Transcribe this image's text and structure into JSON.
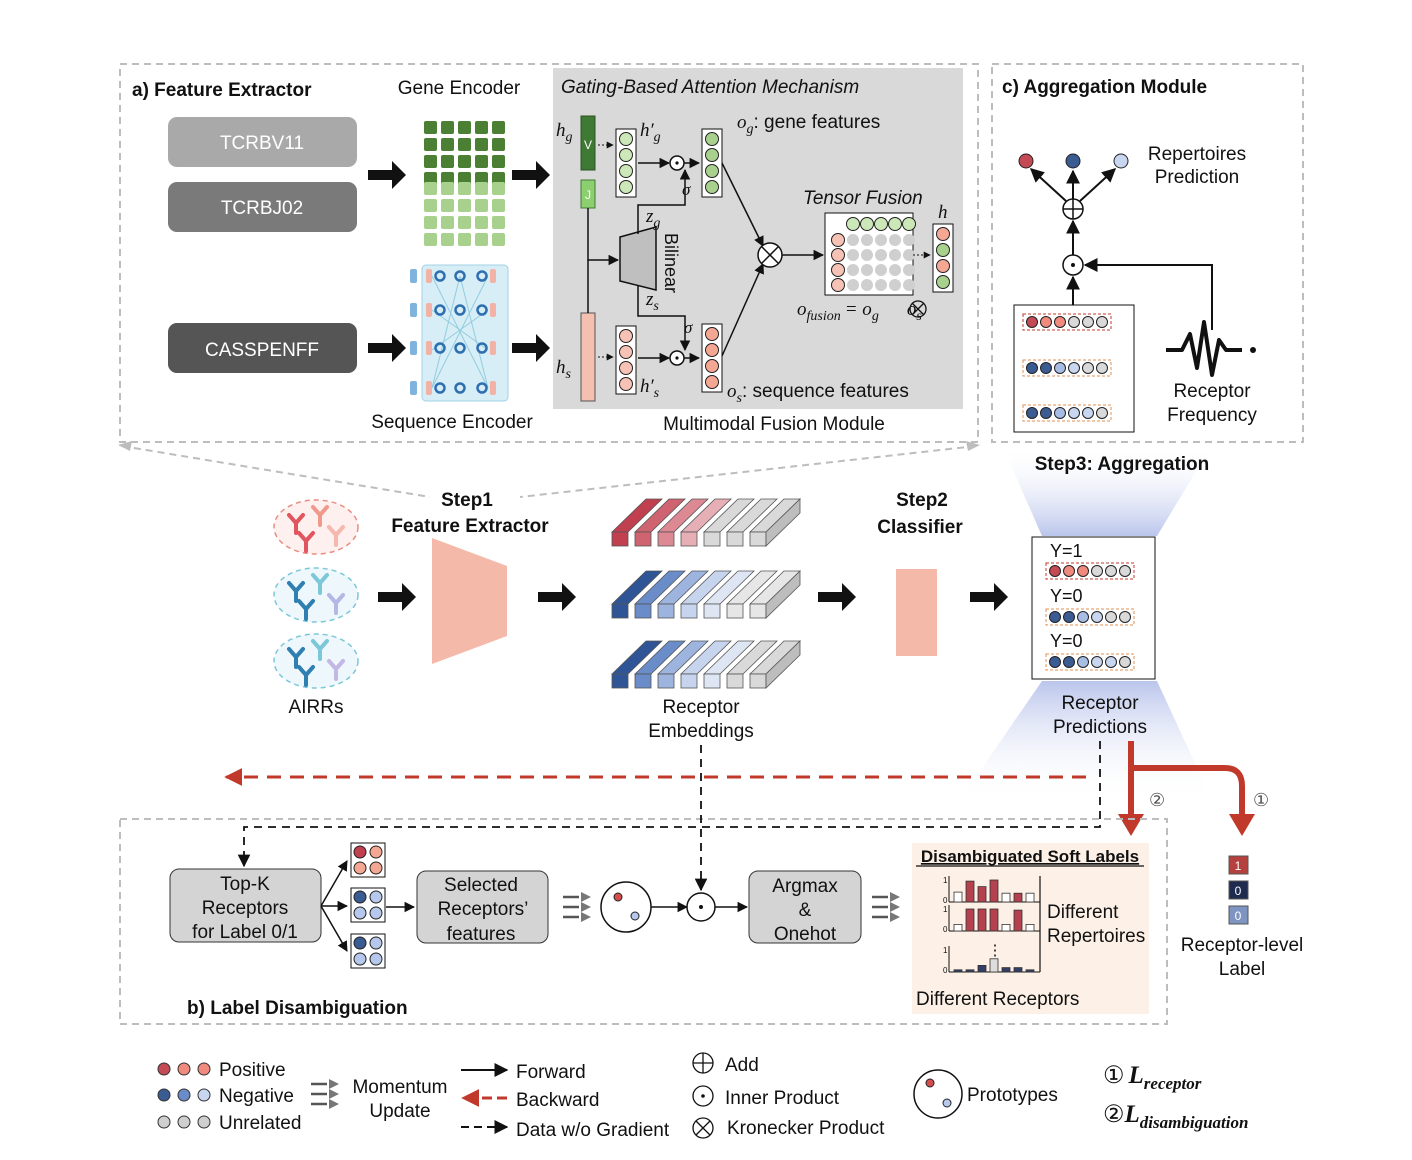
{
  "panel_a": {
    "title": "a) Feature Extractor",
    "gene_encoder": "Gene Encoder",
    "sequence_encoder": "Sequence Encoder",
    "inputs": [
      "TCRBV11",
      "TCRBJ02",
      "CASSPENFF"
    ],
    "gating_title": "Gating-Based Attention Mechanism",
    "h_g": "h",
    "h_g_sub": "g",
    "h_g_prime": "h′",
    "h_s": "h",
    "h_s_sub": "s",
    "h_s_prime": "h′",
    "v_label": "V",
    "j_label": "J",
    "z_g": "z",
    "z_s": "z",
    "sigma": "σ",
    "bilinear": "Bilinear",
    "o_g_label": ": gene features",
    "o_s_label": ": sequence features",
    "o_var": "o",
    "tensor_fusion": "Tensor Fusion",
    "h_out": "h",
    "fusion_eq_left": "o",
    "fusion_eq_sub": "fusion",
    "fusion_eq_mid": "= o",
    "fusion_eq_right": "o",
    "module_caption": "Multimodal Fusion Module"
  },
  "panel_c": {
    "title": "c) Aggregation Module",
    "repertoire_pred": [
      "Repertoires",
      "Prediction"
    ],
    "receptor_freq": [
      "Receptor",
      "Frequency"
    ]
  },
  "step1": [
    "Step1",
    "Feature Extractor"
  ],
  "step2": [
    "Step2",
    "Classifier"
  ],
  "step3": "Step3: Aggregation",
  "airrs": "AIRRs",
  "receptor_embeddings": [
    "Receptor",
    "Embeddings"
  ],
  "predictions": {
    "labels": [
      "Y=1",
      "Y=0",
      "Y=0"
    ],
    "caption": [
      "Receptor",
      "Predictions"
    ]
  },
  "loss_markers": [
    "②",
    "①"
  ],
  "receptor_level": {
    "values": [
      "1",
      "0",
      "0"
    ],
    "caption": [
      "Receptor-level",
      "Label"
    ]
  },
  "panel_b": {
    "title": "b) Label Disambiguation",
    "topk": [
      "Top-K",
      "Receptors",
      "for Label 0/1"
    ],
    "selected": [
      "Selected",
      "Receptors’",
      "features"
    ],
    "argmax": [
      "Argmax",
      "&",
      "Onehot"
    ],
    "soft_labels_title": "Disambiguated Soft Labels",
    "different_repertoires": [
      "Different",
      "Repertoires"
    ],
    "different_receptors": "Different Receptors",
    "axis_top": "1",
    "axis_bottom": "0",
    "dots": "⋮",
    "chart_rows": [
      [
        0.45,
        0.95,
        0.7,
        1.0,
        0.4,
        0.4,
        0.4
      ],
      [
        0.3,
        1.0,
        1.0,
        1.0,
        0.3,
        0.95,
        0.3
      ],
      [
        0.1,
        0.1,
        0.3,
        0.6,
        0.2,
        0.2,
        0.1
      ]
    ]
  },
  "legend": {
    "positive": "Positive",
    "negative": "Negative",
    "unrelated": "Unrelated",
    "momentum": [
      "Momentum",
      "Update"
    ],
    "forward": "Forward",
    "backward": "Backward",
    "no_grad": "Data w/o Gradient",
    "add": "Add",
    "inner": "Inner Product",
    "kronecker": "Kronecker Product",
    "prototypes": "Prototypes",
    "loss1_num": "①",
    "loss1_L": "L",
    "loss1_sub": "receptor",
    "loss2_num": "②",
    "loss2_L": "L",
    "loss2_sub": "disambiguation"
  },
  "colors": {
    "red": "#c0392b",
    "pos_dark": "#c44a55",
    "pos_light": "#f08a7e",
    "neg_dark": "#3b5b93",
    "neg_light": "#a7bde3",
    "unrelated": "#d9d9d9",
    "gene_dark": "#4b7f33",
    "gene_light": "#a9d18e",
    "peach": "#f4c0b0"
  }
}
